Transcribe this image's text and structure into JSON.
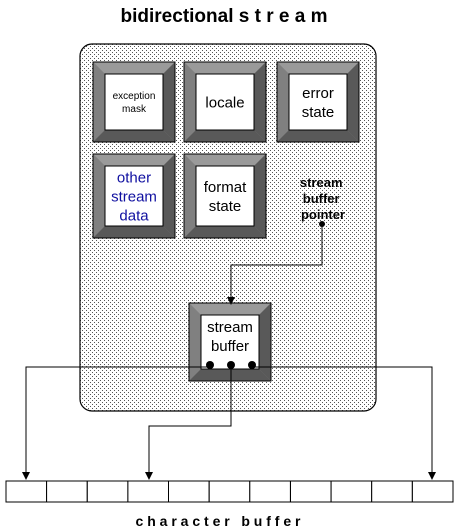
{
  "title": "bidirectional s t r e a m",
  "boxes": {
    "exception_mask": [
      "exception",
      "mask"
    ],
    "locale": [
      "locale"
    ],
    "error_state": [
      "error",
      "state"
    ],
    "other_stream_data": [
      "other",
      "stream",
      "data"
    ],
    "format_state": [
      "format",
      "state"
    ],
    "stream_buffer": [
      "stream",
      "buffer"
    ]
  },
  "pointer_label": [
    "stream",
    "buffer",
    "pointer"
  ],
  "character_buffer_label": "c h a r a c t e r   b u f f e r",
  "character_buffer_cells": 11,
  "colors": {
    "bevel_dark": "#595959",
    "bevel_mid": "#808080",
    "bevel_light": "#9a9a9a",
    "other_stream_text": "#1010a0"
  }
}
